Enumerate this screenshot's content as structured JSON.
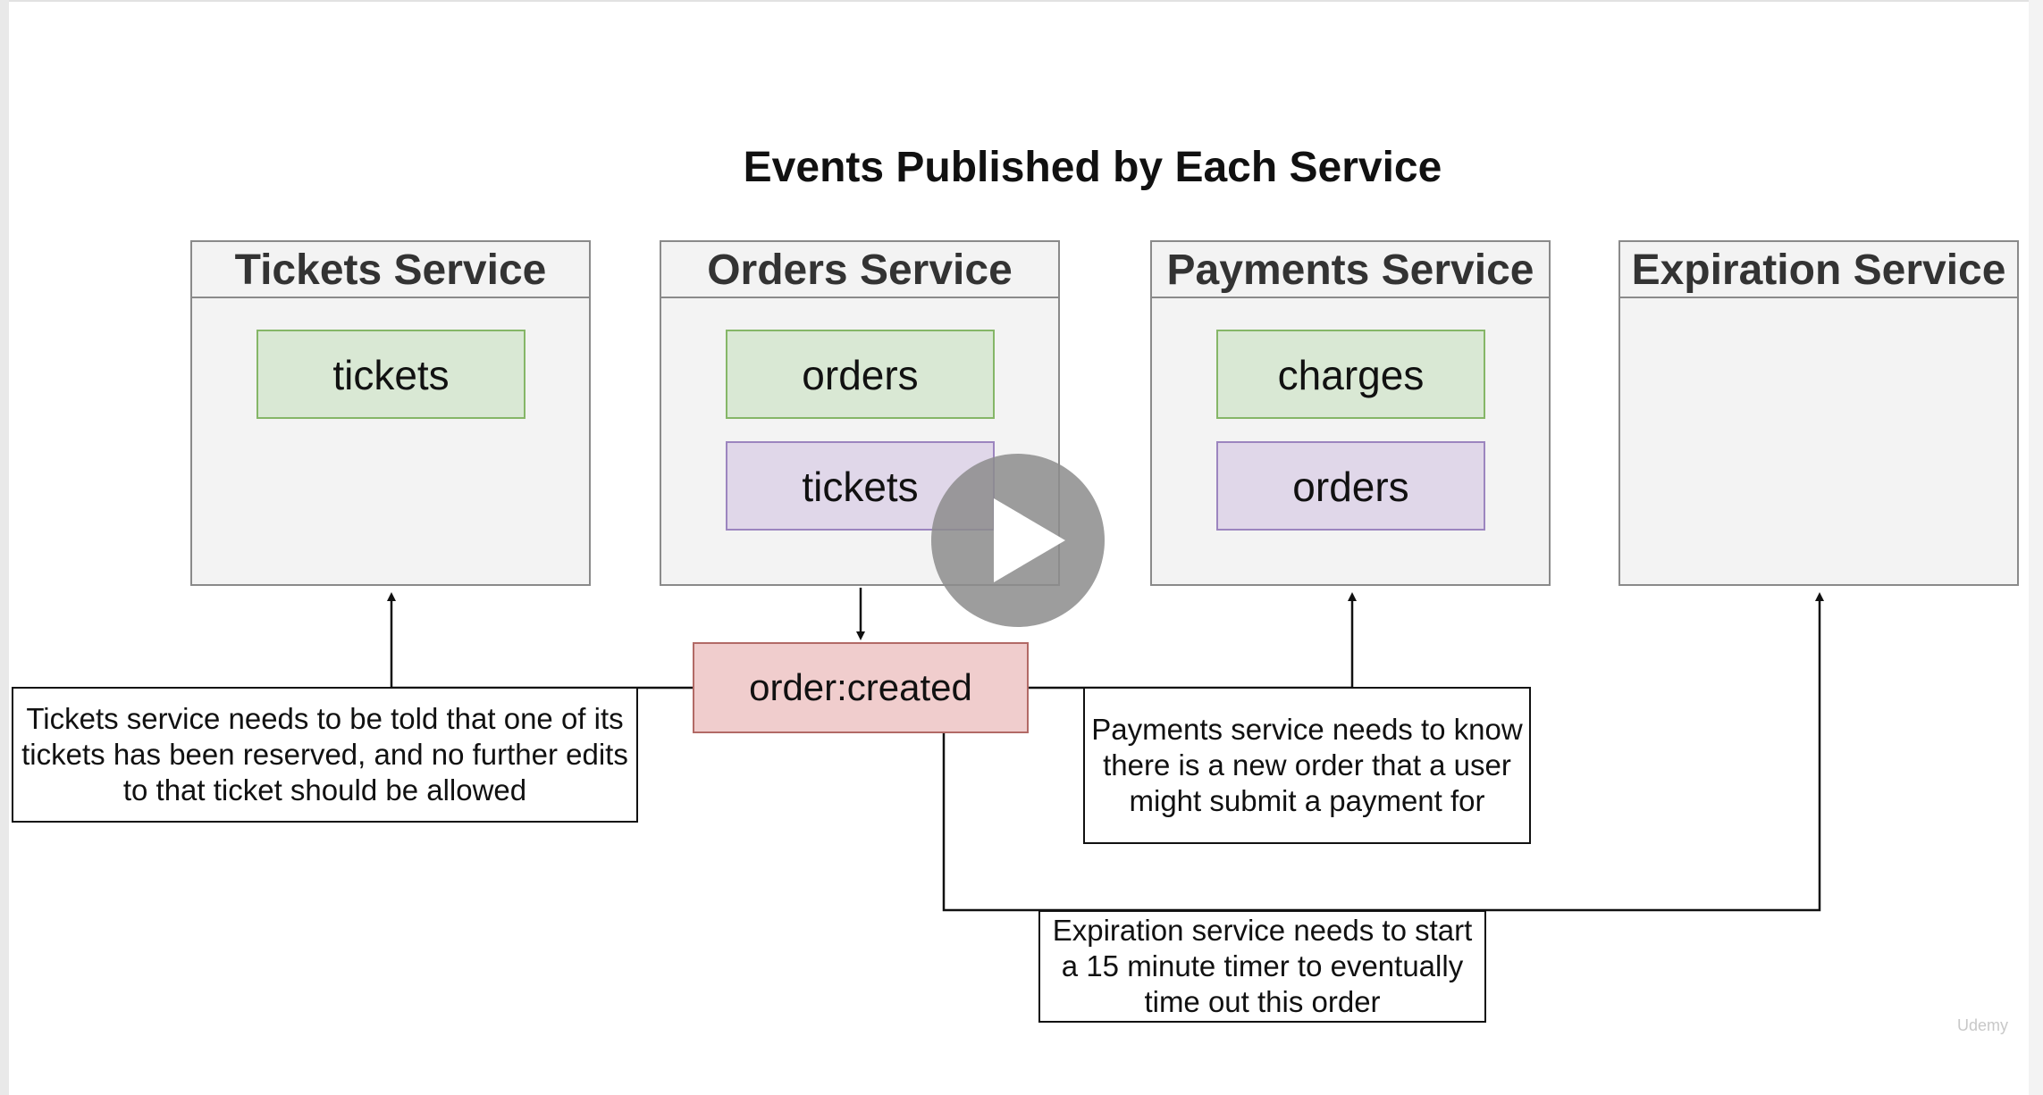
{
  "title": "Events Published by Each Service",
  "services": [
    {
      "name": "Tickets Service",
      "chips": [
        {
          "label": "tickets",
          "kind": "green"
        }
      ]
    },
    {
      "name": "Orders Service",
      "chips": [
        {
          "label": "orders",
          "kind": "green"
        },
        {
          "label": "tickets",
          "kind": "purple"
        }
      ]
    },
    {
      "name": "Payments Service",
      "chips": [
        {
          "label": "charges",
          "kind": "green"
        },
        {
          "label": "orders",
          "kind": "purple"
        }
      ]
    },
    {
      "name": "Expiration Service",
      "chips": []
    }
  ],
  "event": {
    "label": "order:created"
  },
  "notes": {
    "tickets": "Tickets service needs to be told that one of its tickets has been reserved, and no further edits to that ticket should be allowed",
    "payments": "Payments service needs to know there is a new order that a user might submit a payment for",
    "expiration": "Expiration service needs to start a 15 minute timer to eventually time out this order"
  },
  "watermark": "Udemy",
  "colors": {
    "service_bg": "#f3f3f3",
    "green_chip": "#d9e8d4",
    "purple_chip": "#e0d7e9",
    "event_bg": "#f0cdcd"
  }
}
